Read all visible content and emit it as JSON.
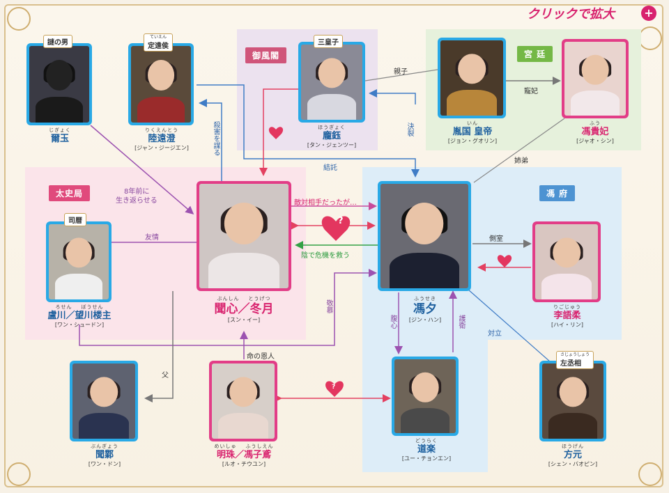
{
  "zoom": {
    "label": "クリックで拡大",
    "icon": "+"
  },
  "groups": {
    "gyofukaku": "御風閣",
    "kyutei": "宮 廷",
    "taishikyoku": "太史局",
    "fuufu": "馮 府"
  },
  "people": {
    "nazo": {
      "role": "謎の男",
      "ruby": "じぎょく",
      "name": "爾玉"
    },
    "riku": {
      "role": "定遠侯",
      "role_ruby": "ていえん",
      "ruby": "りくえんとう",
      "name": "陸遠澄",
      "en": "[ジャン・ジージエン]"
    },
    "hou": {
      "role": "三皇子",
      "ruby": "ほうぎょく",
      "name": "龐鈺",
      "en": "[タン・ジェンツー]"
    },
    "emperor": {
      "ruby": "いん",
      "name": "胤国 皇帝",
      "en": "[ジョン・グオリン]"
    },
    "consort": {
      "ruby": "ふう",
      "name": "馮貴妃",
      "en": "[ジャオ・シン]"
    },
    "shireki": {
      "role": "司暦",
      "ruby_a": "ろせん",
      "ruby_b": "ぼうせん",
      "name": "盧川／望川楼主",
      "en": "[ワン・シュードン]"
    },
    "heroine": {
      "ruby_a": "ぶんしん",
      "ruby_b": "とうげつ",
      "name": "聞心／冬月",
      "en": "[スン・イー]"
    },
    "hero": {
      "ruby": "ふうせき",
      "name": "馮夕",
      "en": "[ジン・ハン]"
    },
    "ri": {
      "ruby": "りごじゅう",
      "name": "李語柔",
      "en": "[ハイ・リン]"
    },
    "bunkaku": {
      "ruby": "ぶんぎょう",
      "name": "聞鄴",
      "en": "[ワン・ドン]"
    },
    "meishu": {
      "ruby_a": "めいしゅ",
      "ruby_b": "ふうしえん",
      "name": "明珠／馮子鳶",
      "en": "[ルオ・チウユン]"
    },
    "dorak": {
      "ruby": "どうらく",
      "name": "道楽",
      "en": "[ユー・チョンエン]"
    },
    "hougen": {
      "role": "左丞相",
      "role_ruby": "さじょうしょう",
      "ruby": "ほうげん",
      "name": "方元",
      "en": "[シェン・バオピン]"
    }
  },
  "links": {
    "oyako": "親子",
    "chouhi": "寵妃",
    "satsugai": "殺害を謀る",
    "ketsuretsu": "決裂",
    "ketsutaku": "結託",
    "shimai": "姉弟",
    "hachinen": "8年前に",
    "ikikaera": "生き返らせる",
    "yuujou": "友情",
    "tekitai": "敵対相手だったが…",
    "kiki": "陰で危機を救う",
    "keibo": "敬慕",
    "sokushitsu": "側室",
    "onjin": "命の恩人",
    "chichi": "父",
    "fukushin": "腹心",
    "goei": "護衛",
    "tairitsu": "対立",
    "q1": "?",
    "q2": "?"
  }
}
